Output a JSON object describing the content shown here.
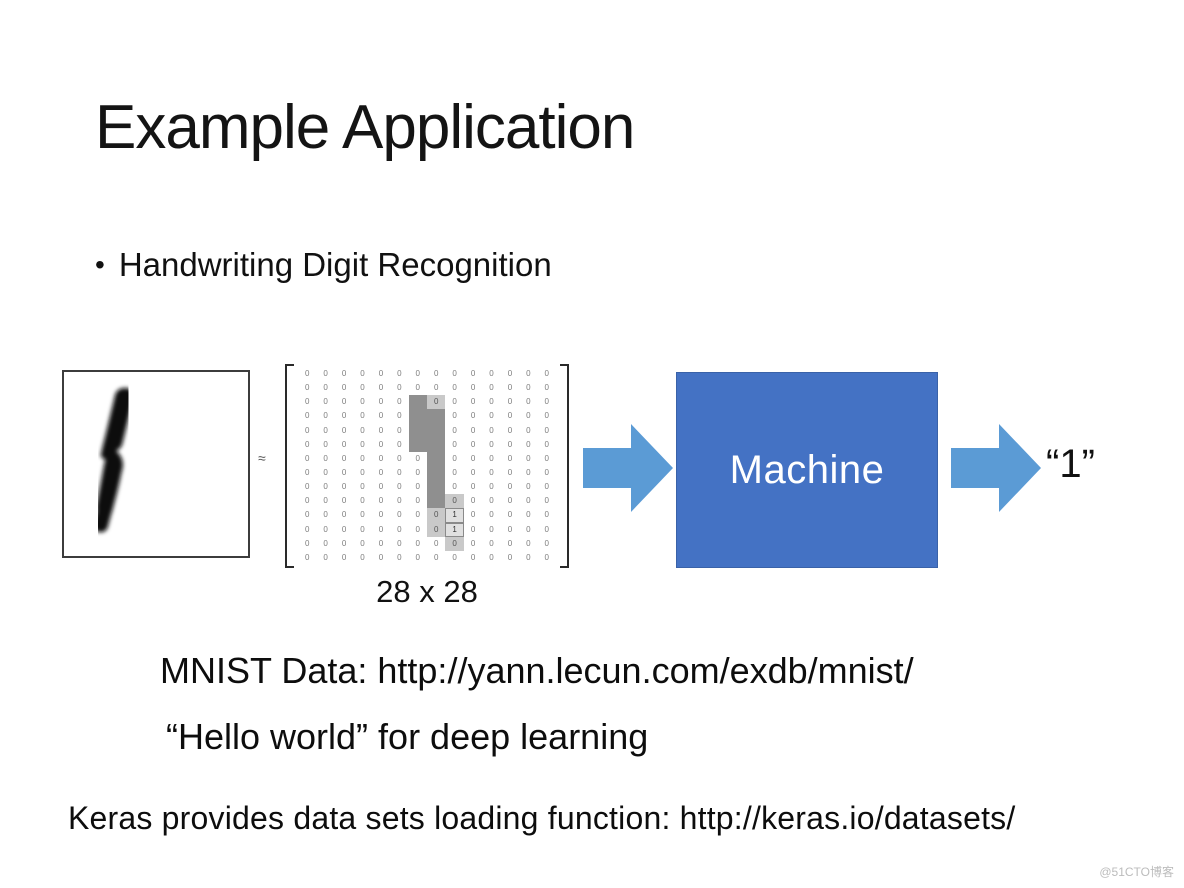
{
  "slide": {
    "title": "Example Application",
    "bullet_marker": "•",
    "bullet_text": "Handwriting Digit Recognition",
    "approx_symbol": "≈",
    "machine_label": "Machine",
    "output_label": "“1”",
    "mnist_line": "MNIST Data: http://yann.lecun.com/exdb/mnist/",
    "hello_line": "“Hello world” for deep learning",
    "keras_line": "Keras provides data sets loading function: http://keras.io/datasets/",
    "watermark": "@51CTO博客"
  },
  "matrix": {
    "rows": 14,
    "cols": 14,
    "default_value": "0",
    "label": "28 x 28",
    "dark_cells": [
      [
        2,
        6
      ],
      [
        3,
        6
      ],
      [
        4,
        6
      ],
      [
        5,
        6
      ],
      [
        3,
        7
      ],
      [
        4,
        7
      ],
      [
        5,
        7
      ],
      [
        6,
        7
      ],
      [
        7,
        7
      ],
      [
        8,
        7
      ],
      [
        9,
        7
      ]
    ],
    "light_cells": [
      [
        2,
        7
      ],
      [
        10,
        7
      ],
      [
        11,
        7
      ],
      [
        9,
        8
      ],
      [
        12,
        8
      ]
    ],
    "value_cells": [
      {
        "r": 10,
        "c": 8,
        "v": "1"
      },
      {
        "r": 11,
        "c": 8,
        "v": "1"
      }
    ]
  },
  "colors": {
    "arrow_fill": "#5B9BD5",
    "machine_fill": "#4472C4",
    "machine_text": "#FFFFFF"
  }
}
